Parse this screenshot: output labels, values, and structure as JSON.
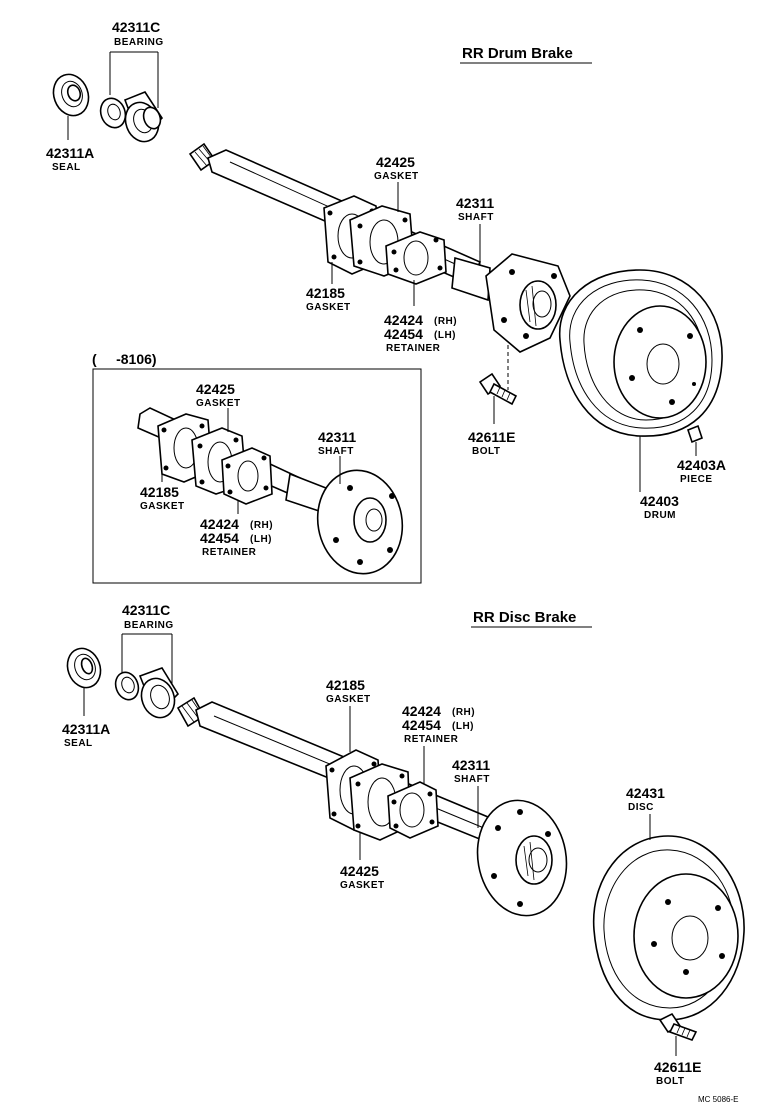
{
  "sections": {
    "drum": {
      "title": "RR Drum Brake",
      "bearing": {
        "part": "42311C",
        "name": "BEARING"
      },
      "seal": {
        "part": "42311A",
        "name": "SEAL"
      },
      "gasket_top": {
        "part": "42425",
        "name": "GASKET"
      },
      "shaft": {
        "part": "42311",
        "name": "SHAFT"
      },
      "gasket_low": {
        "part": "42185",
        "name": "GASKET"
      },
      "retainer": {
        "part_rh": "42424",
        "tag_rh": "(RH)",
        "part_lh": "42454",
        "tag_lh": "(LH)",
        "name": "RETAINER"
      },
      "bolt": {
        "part": "42611E",
        "name": "BOLT"
      },
      "piece": {
        "part": "42403A",
        "name": "PIECE"
      },
      "drum": {
        "part": "42403",
        "name": "DRUM"
      }
    },
    "inset": {
      "range": "(     -8106)",
      "gasket_top": {
        "part": "42425",
        "name": "GASKET"
      },
      "shaft": {
        "part": "42311",
        "name": "SHAFT"
      },
      "gasket_low": {
        "part": "42185",
        "name": "GASKET"
      },
      "retainer": {
        "part_rh": "42424",
        "tag_rh": "(RH)",
        "part_lh": "42454",
        "tag_lh": "(LH)",
        "name": "RETAINER"
      }
    },
    "disc": {
      "title": "RR Disc Brake",
      "bearing": {
        "part": "42311C",
        "name": "BEARING"
      },
      "seal": {
        "part": "42311A",
        "name": "SEAL"
      },
      "gasket_top": {
        "part": "42185",
        "name": "GASKET"
      },
      "retainer": {
        "part_rh": "42424",
        "tag_rh": "(RH)",
        "part_lh": "42454",
        "tag_lh": "(LH)",
        "name": "RETAINER"
      },
      "shaft": {
        "part": "42311",
        "name": "SHAFT"
      },
      "gasket_low": {
        "part": "42425",
        "name": "GASKET"
      },
      "disc": {
        "part": "42431",
        "name": "DISC"
      },
      "bolt": {
        "part": "42611E",
        "name": "BOLT"
      }
    }
  },
  "footer_code": "MC 5086-E"
}
